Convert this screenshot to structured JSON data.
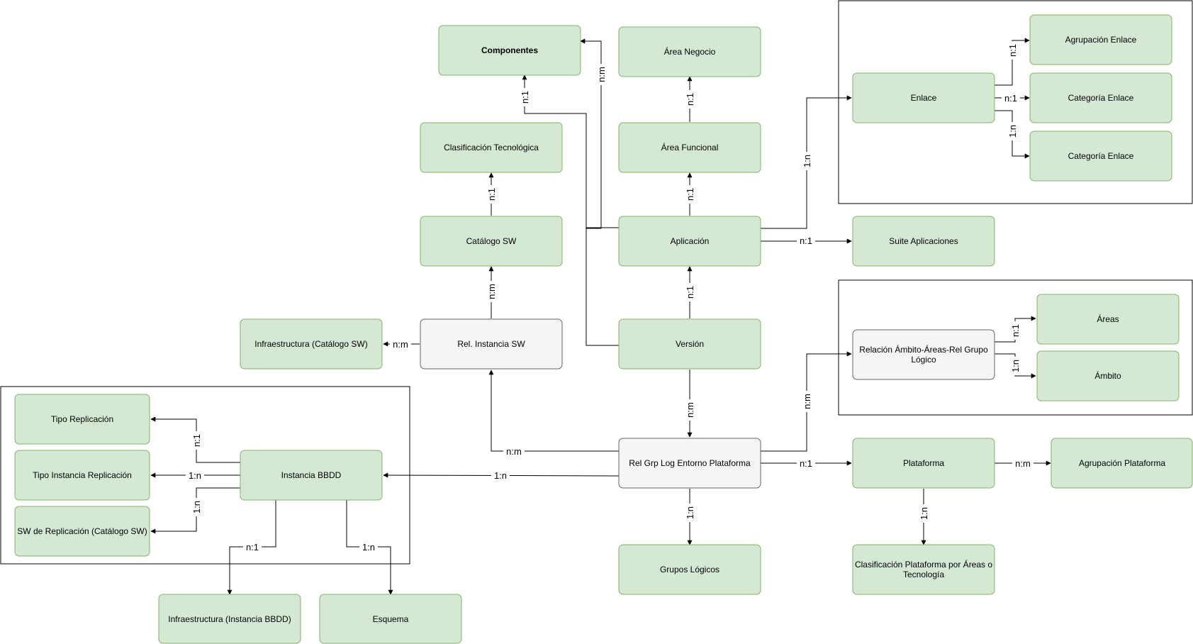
{
  "nodes": {
    "componentes": "Componentes",
    "area_negocio": "Área Negocio",
    "clasificacion_tecnologica": "Clasificación Tecnológica",
    "area_funcional": "Área Funcional",
    "catalogo_sw": "Catálogo SW",
    "aplicacion": "Aplicación",
    "suite_aplicaciones": "Suite Aplicaciones",
    "infraestructura_catalogo_sw": "Infraestructura (Catálogo SW)",
    "rel_instancia_sw": "Rel. Instancia SW",
    "version": "Versión",
    "enlace": "Enlace",
    "agrupacion_enlace": "Agrupación Enlace",
    "categoria_enlace_1": "Categoría Enlace",
    "categoria_enlace_2": "Categoría Enlace",
    "relacion_ambito": [
      "Relación Ámbito-Áreas-Rel Grupo",
      "Lógico"
    ],
    "areas": "Áreas",
    "ambito": "Ámbito",
    "tipo_replicacion": "Tipo Replicación",
    "tipo_instancia_replicacion": "Tipo Instancia Replicación",
    "sw_replicacion": "SW de Replicación (Catálogo SW)",
    "instancia_bbdd": "Instancia BBDD",
    "rel_grp_log": "Rel Grp Log Entorno Plataforma",
    "plataforma": "Plataforma",
    "agrupacion_plataforma": "Agrupación Plataforma",
    "grupos_logicos": "Grupos Lógicos",
    "clasificacion_plataforma": [
      "Clasificación Plataforma por Áreas o",
      "Tecnología"
    ],
    "infraestructura_instancia_bbdd": "Infraestructura (Instancia BBDD)",
    "esquema": "Esquema"
  },
  "edges": {
    "version_componentes": "n:m",
    "aplicacion_componentes": "n:1",
    "areafuncional_areanegocio": "n:1",
    "aplicacion_areafuncional": "n:1",
    "catalogo_clasificacion": "n:1",
    "relinst_catalogo": "n:m",
    "version_aplicacion": "n:1",
    "aplicacion_suite": "n:1",
    "aplicacion_enlace": "1:n",
    "enlace_agrupacion": "n:1",
    "enlace_categoria1": "n:1",
    "enlace_categoria2": "1:n",
    "relinst_infraestructura": "n:m",
    "relgrp_relinst": "n:m",
    "version_relgrp": "n:m",
    "relgrp_relacion": "n:m",
    "relacion_areas": "n:1",
    "relacion_ambito": "1:n",
    "relgrp_plataforma": "n:1",
    "plataforma_agrupacion": "n:m",
    "relgrp_grupos": "1:n",
    "plataforma_clasificacion": "1:n",
    "relgrp_instancia": "1:n",
    "instancia_tiporeplicacion": "n:1",
    "instancia_tipoinstancia": "1:n",
    "instancia_swreplicacion": "1:n",
    "instancia_infraestructura": "n:1",
    "instancia_esquema": "1:n"
  }
}
